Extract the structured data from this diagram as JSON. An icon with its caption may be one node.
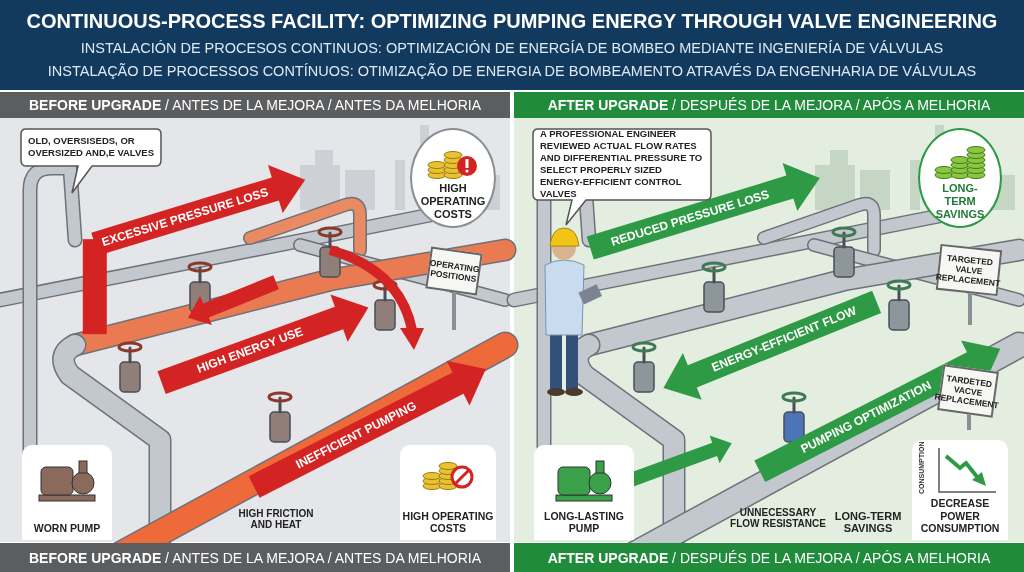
{
  "diagram": {
    "title": "CONTINUOUS-PROCESS FACILITY: OPTIMIZING PUMPING ENERGY THROUGH VALVE ENGINEERING",
    "nodes": [
      {
        "text": [
          "**BEFORE UPGRADE** / ANTES DE LA MEJORA / ANTES DA MELHORIA"
        ]
      },
      {
        "text": [
          "**AFTER UPGRADE** / DESPUÉS DE LA MEJORA / APÓS A MELHORIA"
        ]
      },
      {
        "text": [
          "OLD, OVERSISEDS, OR OVERSIZED AND,E VALVES"
        ]
      },
      {
        "text": [
          "HIGH OPERATING COSTS"
        ]
      },
      {
        "text": [
          "OPERATING POSITIONS"
        ]
      },
      {
        "text": [
          "WORN PUMP"
        ]
      },
      {
        "text": [
          "HIGH OPERATING COSTS"
        ]
      },
      {
        "text": [
          "A PROFESSIONAL ENGINEER REVIEWED ACTUAL FLOW RATES AND DIFFERENTIAL PRESSURE TO SELECT PROPERLY SIZED ENERGY-EFFICIENT CONTROL VALVES"
        ]
      },
      {
        "text": [
          "LONG-TERM SAVINGS"
        ]
      },
      {
        "text": [
          "TARGETED VALVE REPLACEMENT"
        ]
      },
      {
        "text": [
          "TARDETED VACVE REPLACEMENT"
        ]
      },
      {
        "text": [
          "LONG-LASTING PUMP"
        ]
      },
      {
        "text": [
          "CONSUMPTION",
          "DECREASE POWER CONSUMPTION"
        ]
      },
      {
        "text": [
          "**BEFORE UPGRADE** / ANTES DE LA MEJORA / ANTES DA MELHORIA"
        ]
      },
      {
        "text": [
          "**AFTER UPGRADE** / DESPUÉS DE LA MEJORA / APÓS A MELHORIA"
        ]
      }
    ],
    "labels": [
      "INSTALACIÓN DE PROCESOS CONTINUOS: OPTIMIZACIÓN DE ENERGÍA DE BOMBEO MEDIANTE INGENIERÍA DE VÁLVULAS",
      "INSTALAÇÃO DE PROCESSOS CONTÍNUOS: OTIMIZAÇÃO DE ENERGIA DE BOMBEAMENTO ATRAVÉS DA ENGENHARIA DE VÁLVULAS",
      "EXCESSIVE PRESSURE LOSS",
      "HIGH ENERGY USE",
      "INEFFICIENT PUMPING",
      "HIGH FRICTION AND HEAT",
      "REDUCED PRESSURE LOSS",
      "ENERGY-EFFICIENT FLOW",
      "PUMPING OPTIMIZATION",
      "UNNECESSARY FLOW RESISTANCE",
      "LONG-TERM SAVINGS"
    ]
  }
}
